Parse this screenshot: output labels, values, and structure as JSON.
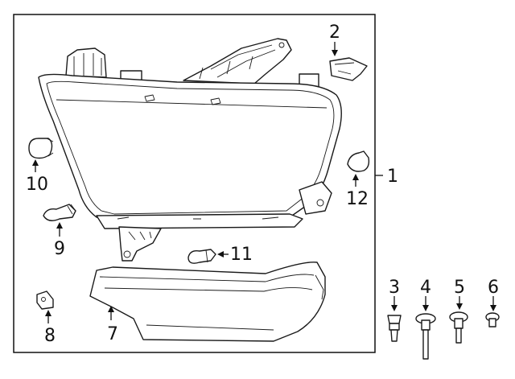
{
  "callouts": {
    "c1": "1",
    "c2": "2",
    "c3": "3",
    "c4": "4",
    "c5": "5",
    "c6": "6",
    "c7": "7",
    "c8": "8",
    "c9": "9",
    "c10": "10",
    "c11": "11",
    "c12": "12"
  },
  "colors": {
    "ink": "#1a1a1a",
    "background": "#ffffff"
  }
}
